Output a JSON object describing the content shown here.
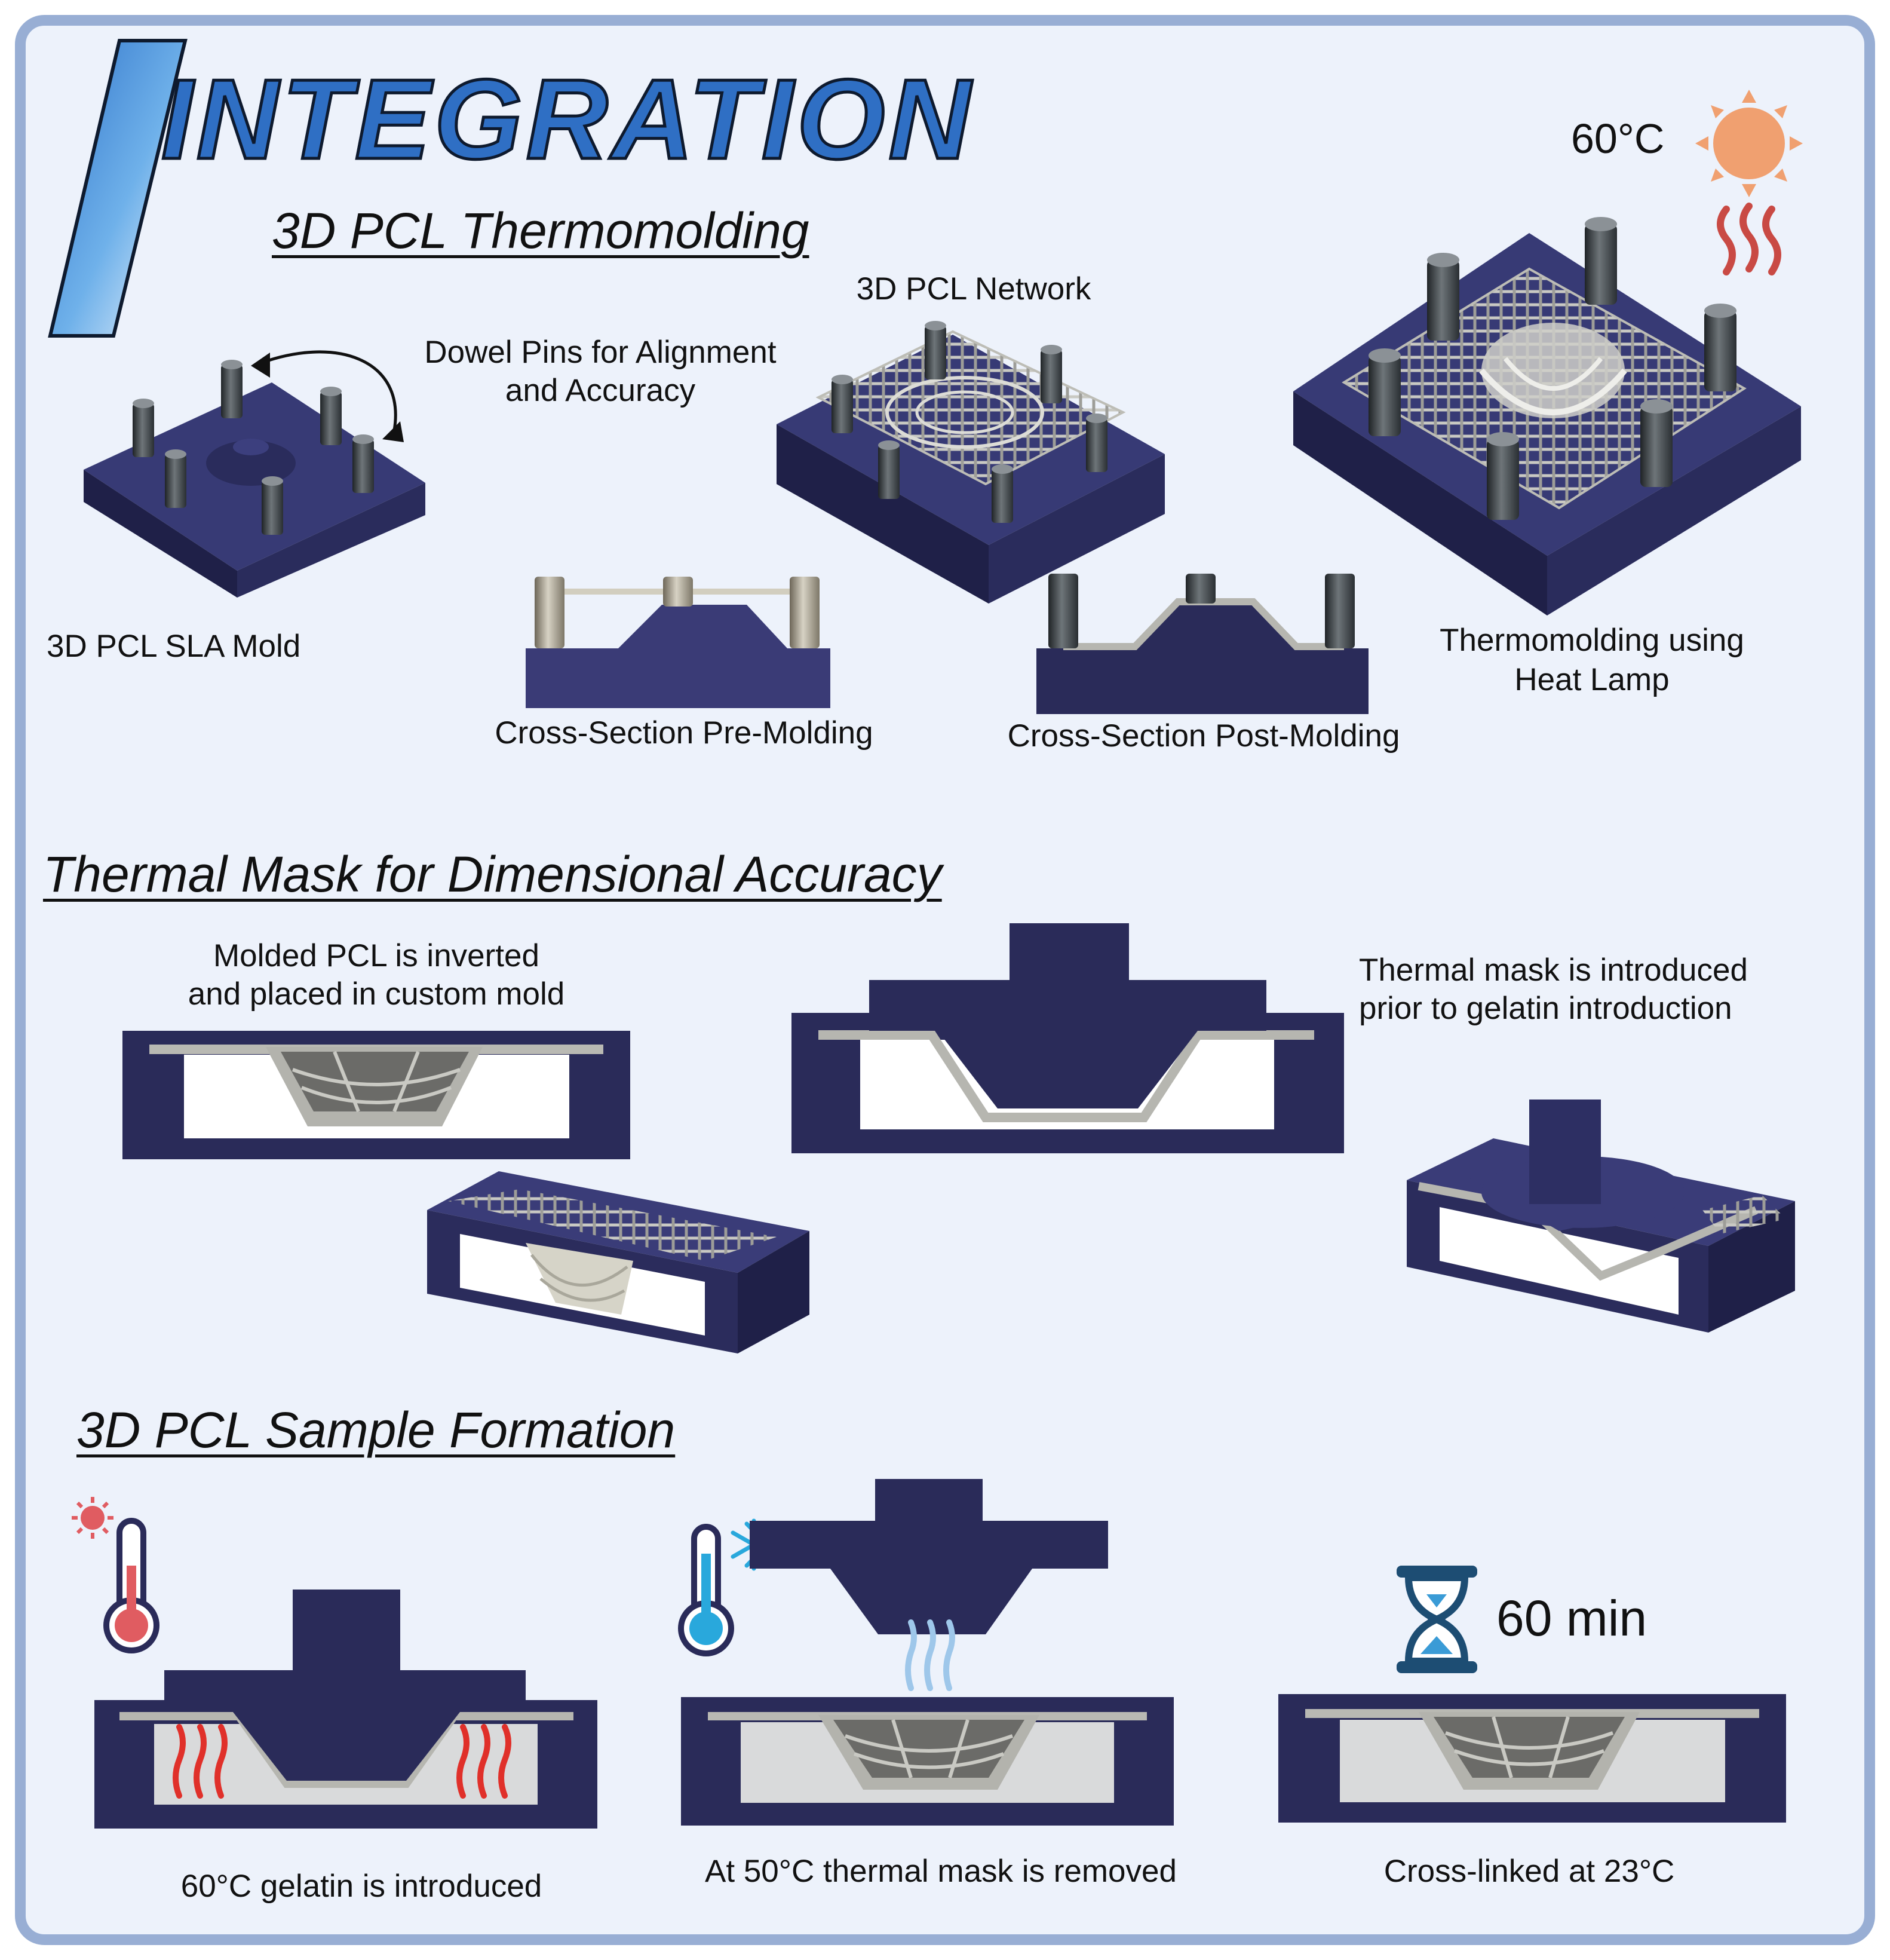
{
  "title": "INTEGRATION",
  "sections": {
    "thermomolding": {
      "heading": "3D PCL Thermomolding",
      "temperature": "60°C",
      "labels": {
        "sla_mold": "3D PCL SLA Mold",
        "dowel_pins_line1": "Dowel Pins for Alignment",
        "dowel_pins_line2": "and Accuracy",
        "network": "3D PCL Network",
        "pre_molding": "Cross-Section Pre-Molding",
        "post_molding": "Cross-Section Post-Molding",
        "heat_lamp_line1": "Thermomolding using",
        "heat_lamp_line2": "Heat Lamp"
      }
    },
    "thermal_mask": {
      "heading": "Thermal Mask for Dimensional Accuracy",
      "labels": {
        "inverted_line1": "Molded PCL is inverted",
        "inverted_line2": "and placed in custom mold",
        "introduced_line1": "Thermal mask is introduced",
        "introduced_line2": "prior to gelatin introduction"
      }
    },
    "sample_formation": {
      "heading": "3D PCL Sample Formation",
      "duration": "60 min",
      "labels": {
        "gelatin": "60°C gelatin is introduced",
        "mask_removed": "At 50°C thermal mask is removed",
        "crosslinked": "Cross-linked at 23°C"
      }
    }
  },
  "icons": [
    "sun-icon",
    "heat-waves-icon",
    "thermometer-hot-icon",
    "thermometer-cold-icon",
    "snowflake-icon",
    "hourglass-icon"
  ],
  "colors": {
    "panel_bg": "#edf2fb",
    "panel_border": "#98aed4",
    "mold_navy": "#2c2d5c",
    "mold_light": "#3d3f78",
    "pcl_gray": "#b9b9b3",
    "gelatin": "#d9dadb",
    "sun": "#f0a070",
    "heat_red": "#e0302a",
    "cool_blue": "#9ec7ea",
    "snow": "#29a8dc",
    "hourglass": "#1d4d73",
    "title_blue": "#3f7fd0"
  }
}
